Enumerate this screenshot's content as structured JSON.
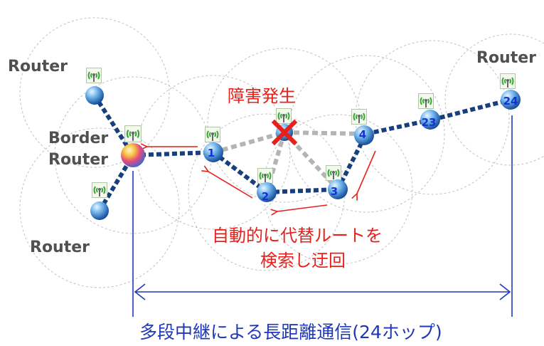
{
  "labels": {
    "router_top_left": "Router",
    "router_top_right": "Router",
    "border_router_line1": "Border",
    "border_router_line2": "Router",
    "router_bottom_left": "Router",
    "failure": "障害発生",
    "reroute_line1": "自動的に代替ルートを",
    "reroute_line2": "検索し迂回",
    "multihop": "多段中継による長距離通信(24ホップ)"
  },
  "nodes": {
    "n1": "1",
    "n2": "2",
    "n3": "3",
    "n4": "4",
    "n23": "23",
    "n24": "24"
  },
  "colors": {
    "active_link": "#173f7e",
    "broken_link": "#b4b4b4",
    "failure_mark": "#e8201b",
    "reroute_arrow": "#e8201b",
    "dimension_line": "#1f38b8",
    "coverage_circle": "#c0c0c0"
  }
}
